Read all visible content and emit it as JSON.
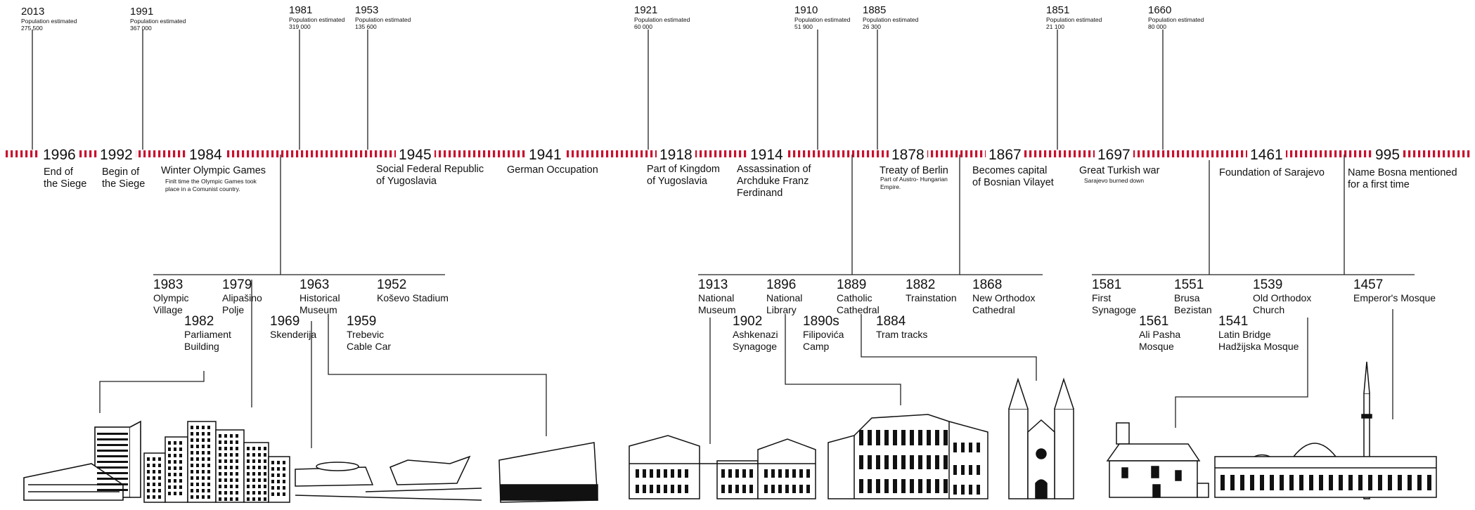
{
  "timeline": {
    "accent_color": "#c8102e",
    "events": [
      {
        "year": "1996",
        "label": [
          "End of",
          "the Siege"
        ]
      },
      {
        "year": "1992",
        "label": [
          "Begin of",
          "the Siege"
        ]
      },
      {
        "year": "1984",
        "label": [
          "Winter Olympic Games"
        ],
        "note": [
          "Finlt time the Olympic Games took",
          "place in a Comunist country."
        ]
      },
      {
        "year": "1945",
        "label": [
          "Social Federal Republic",
          "of Yugoslavia"
        ]
      },
      {
        "year": "1941",
        "label": [
          "German Occupation"
        ]
      },
      {
        "year": "1918",
        "label": [
          "Part of Kingdom",
          "of Yugoslavia"
        ]
      },
      {
        "year": "1914",
        "label": [
          "Assassination of",
          "Archduke Franz",
          "Ferdinand"
        ]
      },
      {
        "year": "1878",
        "label": [
          "Treaty of Berlin"
        ],
        "note": [
          "Part of  Austro- Hungarian",
          "Empire."
        ]
      },
      {
        "year": "1867",
        "label": [
          "Becomes capital",
          "of Bosnian Vilayet"
        ]
      },
      {
        "year": "1697",
        "label": [
          "Great Turkish war"
        ],
        "note": [
          "Sarajevo burned down"
        ]
      },
      {
        "year": "1461",
        "label": [
          "Foundation of Sarajevo"
        ]
      },
      {
        "year": "995",
        "label": [
          "Name Bosna mentioned",
          "for a first time"
        ]
      }
    ]
  },
  "population": [
    {
      "year": "2013",
      "label": "Population estimated",
      "value": "275 500"
    },
    {
      "year": "1991",
      "label": "Population estimated",
      "value": "367 000"
    },
    {
      "year": "1981",
      "label": "Population estimated",
      "value": "319 000"
    },
    {
      "year": "1953",
      "label": "Population estimated",
      "value": "135 600"
    },
    {
      "year": "1921",
      "label": "Population estimated",
      "value": "60 000"
    },
    {
      "year": "1910",
      "label": "Population estimated",
      "value": "51 900"
    },
    {
      "year": "1885",
      "label": "Population estimated",
      "value": "26 300"
    },
    {
      "year": "1851",
      "label": "Population estimated",
      "value": "21 100"
    },
    {
      "year": "1660",
      "label": "Population estimated",
      "value": "80 000"
    }
  ],
  "buildings": [
    {
      "year": "1983",
      "label": [
        "Olympic",
        "Village"
      ]
    },
    {
      "year": "1979",
      "label": [
        "Alipašino",
        "Polje"
      ]
    },
    {
      "year": "1963",
      "label": [
        "Historical",
        "Museum"
      ]
    },
    {
      "year": "1952",
      "label": [
        "Koševo Stadium"
      ]
    },
    {
      "year": "1982",
      "label": [
        "Parliament",
        "Building"
      ]
    },
    {
      "year": "1969",
      "label": [
        "Skenderija"
      ]
    },
    {
      "year": "1959",
      "label": [
        "Trebevic",
        "Cable Car"
      ]
    },
    {
      "year": "1913",
      "label": [
        "National",
        "Museum"
      ]
    },
    {
      "year": "1896",
      "label": [
        "National",
        "Library"
      ]
    },
    {
      "year": "1889",
      "label": [
        "Catholic",
        "Cathedral"
      ]
    },
    {
      "year": "1882",
      "label": [
        "Trainstation"
      ]
    },
    {
      "year": "1868",
      "label": [
        "New Orthodox",
        "Cathedral"
      ]
    },
    {
      "year": "1902",
      "label": [
        "Ashkenazi",
        "Synagoge"
      ]
    },
    {
      "year": "1890s",
      "label": [
        "Filipovića",
        "Camp"
      ]
    },
    {
      "year": "1884",
      "label": [
        "Tram tracks"
      ]
    },
    {
      "year": "1581",
      "label": [
        "First",
        "Synagoge"
      ]
    },
    {
      "year": "1551",
      "label": [
        "Brusa",
        "Bezistan"
      ]
    },
    {
      "year": "1539",
      "label": [
        "Old Orthodox",
        "Church"
      ]
    },
    {
      "year": "1457",
      "label": [
        "Emperor's Mosque"
      ]
    },
    {
      "year": "1561",
      "label": [
        "Ali Pasha",
        "Mosque"
      ]
    },
    {
      "year": "1541",
      "label": [
        "Latin Bridge",
        "Hadžijska Mosque"
      ]
    }
  ]
}
